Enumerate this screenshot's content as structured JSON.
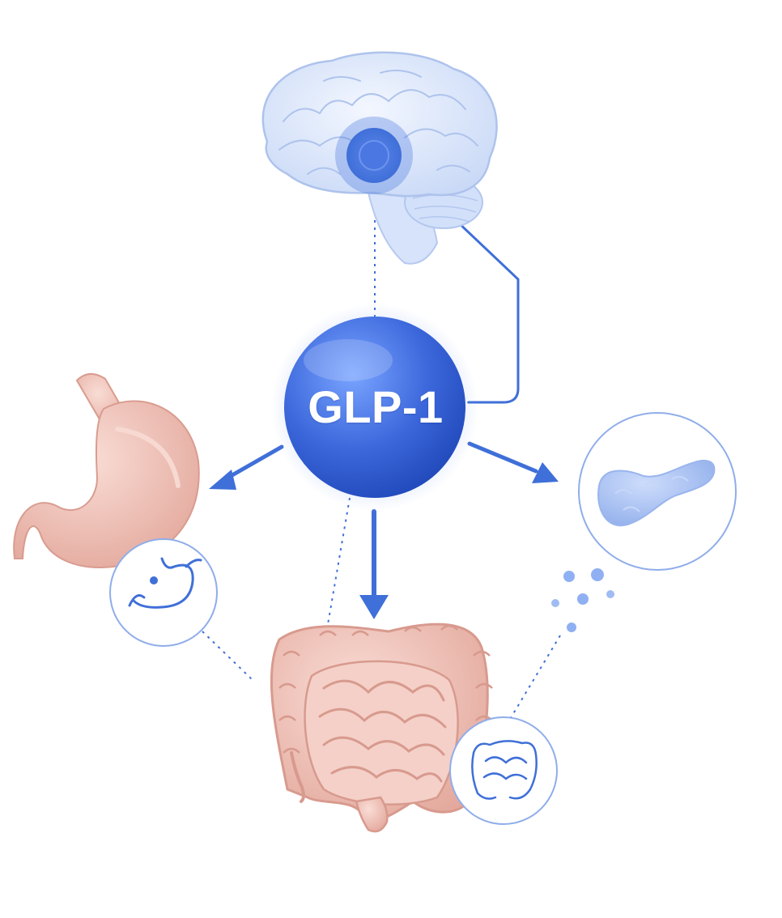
{
  "hub": {
    "label": "GLP-1"
  },
  "icons": {
    "hub": "glp-1-sphere",
    "brain": "brain-illustration",
    "stomach": "stomach-illustration",
    "intestines": "intestines-illustration",
    "pancreas": "pancreas-illustration",
    "stomach_badge": "stomach-outline-icon",
    "intestine_badge": "intestine-outline-icon"
  },
  "colors": {
    "accent": "#3f6fd8",
    "hub_light": "#7aa4ff",
    "hub_dark": "#1f47b8",
    "brain": "#dbe6fb",
    "organ_pink": "#efc1b8",
    "pancreas": "#a9c3f3",
    "background": "#ffffff"
  }
}
